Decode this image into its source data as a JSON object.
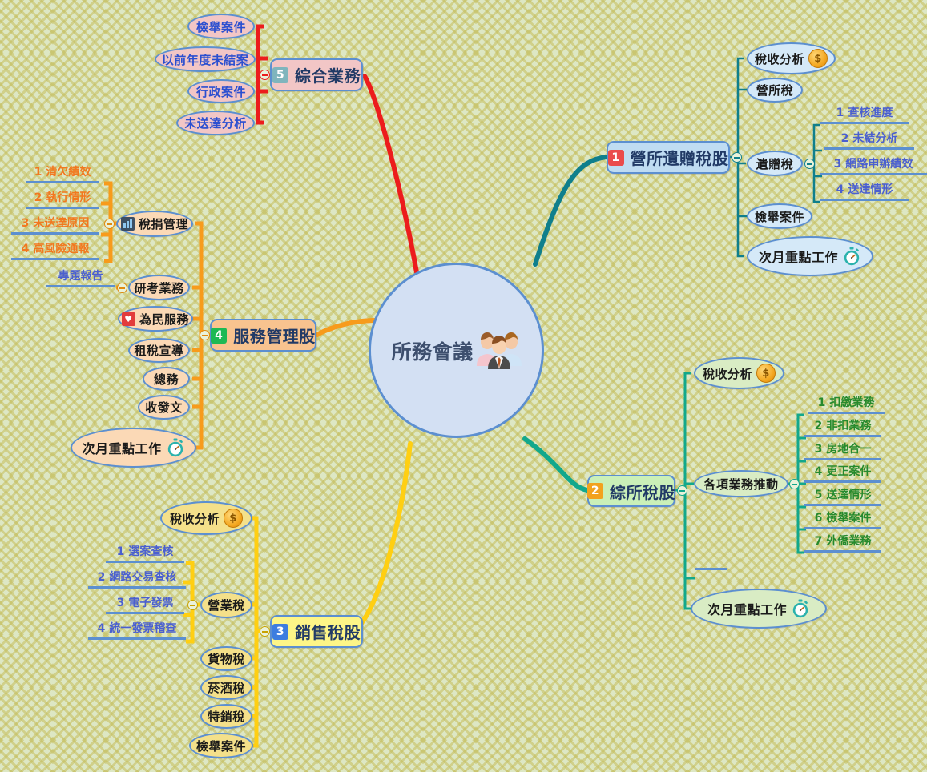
{
  "document": {
    "title": "所務會議",
    "type": "mind-map",
    "background_color": "#dde7c4"
  },
  "root": {
    "label": "所務會議",
    "icon": "people-icon",
    "fill": "#d3e0f3",
    "border": "#5c8fd0"
  },
  "branches": [
    {
      "id": "b1",
      "number": "1",
      "label": "營所遺贈稅股",
      "badge_color": "#ea4b4b",
      "fill": "#bfdcf2",
      "line_color": "#0f7f8c",
      "children": [
        {
          "label": "稅收分析",
          "icon": "coin-icon",
          "fill": "#d5e9f8"
        },
        {
          "label": "營所稅",
          "fill": "#d5e9f8"
        },
        {
          "label": "遺贈稅",
          "fill": "#d5e9f8",
          "leaves": [
            {
              "num": "1",
              "text": "查核進度"
            },
            {
              "num": "2",
              "text": "未結分析"
            },
            {
              "num": "3",
              "text": "網路申辦績效"
            },
            {
              "num": "4",
              "text": "送達情形"
            }
          ],
          "leaf_text_color": "#4a5fd0",
          "leaf_rule_color": "#5c8fd0"
        },
        {
          "label": "檢舉案件",
          "fill": "#d5e9f8"
        },
        {
          "label": "次月重點工作",
          "icon": "stopwatch-icon",
          "fill": "#d5e9f8"
        }
      ]
    },
    {
      "id": "b2",
      "number": "2",
      "label": "綜所稅股",
      "badge_color": "#f2a21e",
      "fill": "#caf0b8",
      "line_color": "#12a88c",
      "children": [
        {
          "label": "稅收分析",
          "icon": "coin-icon",
          "fill": "#d9ecc4"
        },
        {
          "label": "各項業務推動",
          "fill": "#d9ecc4",
          "leaves": [
            {
              "num": "1",
              "text": "扣繳業務"
            },
            {
              "num": "2",
              "text": "非扣業務"
            },
            {
              "num": "3",
              "text": "房地合一"
            },
            {
              "num": "4",
              "text": "更正案件"
            },
            {
              "num": "5",
              "text": "送達情形"
            },
            {
              "num": "6",
              "text": "檢舉案件"
            },
            {
              "num": "7",
              "text": "外僑業務"
            }
          ],
          "leaf_text_color": "#268a2d",
          "leaf_rule_color": "#5c8fd0"
        },
        {
          "label": "",
          "fill": "transparent"
        },
        {
          "label": "次月重點工作",
          "icon": "stopwatch-icon",
          "fill": "#d9ecc4"
        }
      ]
    },
    {
      "id": "b3",
      "number": "3",
      "label": "銷售稅股",
      "badge_color": "#3d7de0",
      "fill": "#fdf587",
      "line_color": "#ffcf12",
      "children": [
        {
          "label": "稅收分析",
          "icon": "coin-icon",
          "fill": "#f4e08a"
        },
        {
          "label": "營業稅",
          "fill": "#f4e08a",
          "leaves": [
            {
              "num": "1",
              "text": "選案查核"
            },
            {
              "num": "2",
              "text": "網路交易查核"
            },
            {
              "num": "3",
              "text": "電子發票"
            },
            {
              "num": "4",
              "text": "統一發票稽查"
            }
          ],
          "leaf_text_color": "#4a5fd0",
          "leaf_rule_color": "#5c8fd0"
        },
        {
          "label": "貨物稅",
          "fill": "#f4e08a"
        },
        {
          "label": "菸酒稅",
          "fill": "#f4e08a"
        },
        {
          "label": "特銷稅",
          "fill": "#f4e08a"
        },
        {
          "label": "檢舉案件",
          "fill": "#f4e08a"
        }
      ]
    },
    {
      "id": "b4",
      "number": "4",
      "label": "服務管理股",
      "badge_color": "#1db954",
      "fill": "#f8c38f",
      "line_color": "#f79b1c",
      "children": [
        {
          "label": "稅捐管理",
          "icon": "chart-icon",
          "fill": "#fbd9b6",
          "leaves": [
            {
              "num": "1",
              "text": "清欠績效"
            },
            {
              "num": "2",
              "text": "執行情形"
            },
            {
              "num": "3",
              "text": "未送達原因"
            },
            {
              "num": "4",
              "text": "高風險通報"
            }
          ],
          "leaf_text_color": "#f2781f",
          "leaf_rule_color": "#5c8fd0"
        },
        {
          "label": "研考業務",
          "fill": "#fbd9b6",
          "leaves": [
            {
              "num": "",
              "text": "專題報告"
            }
          ],
          "leaf_text_color": "#4a5fd0",
          "leaf_rule_color": "#5c8fd0"
        },
        {
          "label": "為民服務",
          "icon": "heart-icon",
          "fill": "#fbd9b6"
        },
        {
          "label": "租稅宣導",
          "fill": "#fbd9b6"
        },
        {
          "label": "總務",
          "fill": "#fbd9b6"
        },
        {
          "label": "收發文",
          "fill": "#fbd9b6"
        },
        {
          "label": "次月重點工作",
          "icon": "stopwatch-icon",
          "fill": "#fbd9b6"
        }
      ]
    },
    {
      "id": "b5",
      "number": "5",
      "label": "綜合業務",
      "badge_color": "#7fb5bd",
      "fill": "#f2c6c6",
      "line_color": "#ec1c1c",
      "children": [
        {
          "label": "檢舉案件",
          "fill": "#f2c6c6",
          "text_color": "#2b4fd0"
        },
        {
          "label": "以前年度未結案",
          "fill": "#f2c6c6",
          "text_color": "#2b4fd0"
        },
        {
          "label": "行政案件",
          "fill": "#f2c6c6",
          "text_color": "#2b4fd0"
        },
        {
          "label": "未送達分析",
          "fill": "#f2c6c6",
          "text_color": "#2b4fd0"
        }
      ]
    }
  ],
  "icons": {
    "coin": "$",
    "heart": "♥"
  }
}
